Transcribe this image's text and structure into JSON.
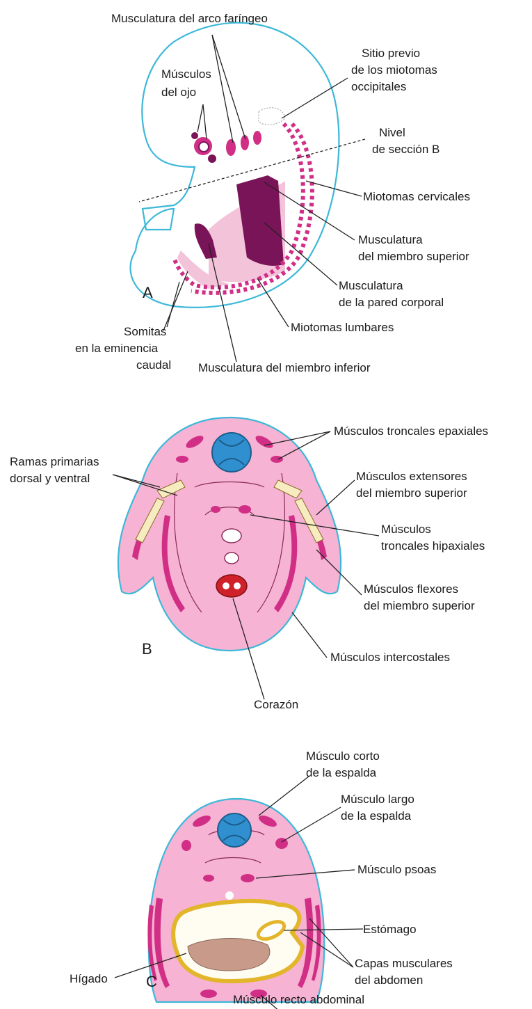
{
  "labels": {
    "a_pharyngeal": "Musculatura del arco faríngeo",
    "a_eye_1": "Músculos",
    "a_eye_2": "del ojo",
    "a_occ_1": "Sitio previo",
    "a_occ_2": "de los miotomas",
    "a_occ_3": "occipitales",
    "a_level_1": "Nivel",
    "a_level_2": "de sección B",
    "a_cervical": "Miotomas cervicales",
    "a_upper_1": "Musculatura",
    "a_upper_2": "del miembro superior",
    "a_wall_1": "Musculatura",
    "a_wall_2": "de la pared corporal",
    "a_lumbar": "Miotomas lumbares",
    "a_somite_1": "Somitas",
    "a_somite_2": "en la eminencia",
    "a_somite_3": "caudal",
    "a_lower": "Musculatura del miembro inferior",
    "b_epaxial": "Músculos troncales epaxiales",
    "b_rami_1": "Ramas primarias",
    "b_rami_2": "dorsal y ventral",
    "b_ext_1": "Músculos extensores",
    "b_ext_2": "del miembro superior",
    "b_hyp_1": "Músculos",
    "b_hyp_2": "troncales hipaxiales",
    "b_flex_1": "Músculos flexores",
    "b_flex_2": "del miembro superior",
    "b_inter": "Músculos intercostales",
    "b_heart": "Corazón",
    "c_short_1": "Músculo corto",
    "c_short_2": "de la espalda",
    "c_long_1": "Músculo largo",
    "c_long_2": "de la espalda",
    "c_psoas": "Músculo psoas",
    "c_stomach": "Estómago",
    "c_liver": "Hígado",
    "c_abd_1": "Capas musculares",
    "c_abd_2": "del abdomen",
    "c_rectus": "Músculo recto abdominal"
  },
  "panels": {
    "a": "A",
    "b": "B",
    "c": "C"
  },
  "colors": {
    "outline": "#3db8d8",
    "tissue": "#f6b3d3",
    "muscle": "#d12e86",
    "muscle_dark": "#7a1458",
    "neural_tube": "#2f8fcf",
    "heart": "#d0202a",
    "gut": "#e2b52a",
    "liver": "#c79a8a"
  }
}
